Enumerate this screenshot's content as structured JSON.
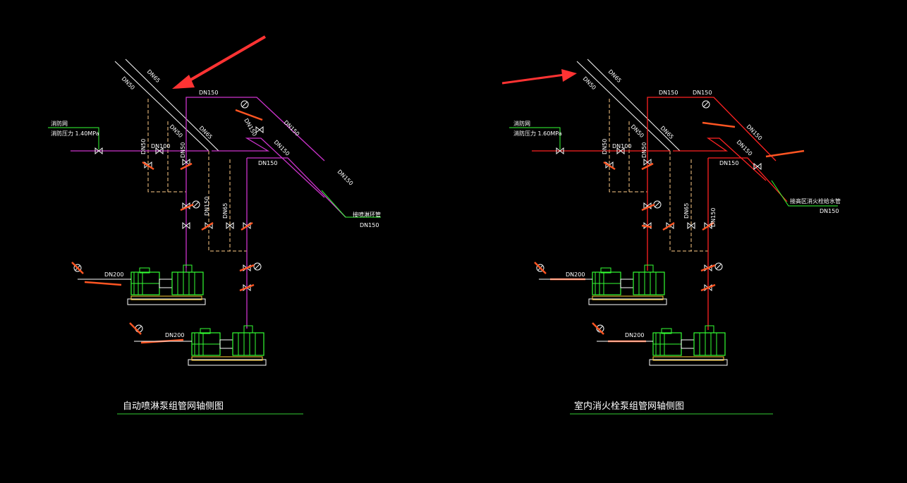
{
  "colors": {
    "background": "#000000",
    "magenta_pipe": "#cc33cc",
    "red_pipe": "#ff2222",
    "dashed_pipe": "#ffcc88",
    "white_pipe": "#ffffff",
    "green": "#33ff33",
    "valve_orange": "#ff5522",
    "arrow": "#ff3333",
    "title_underline": "#33cc33"
  },
  "left": {
    "title": "自动喷淋泵组管网轴侧图",
    "inlet_name": "消防网",
    "inlet_pressure": "消防压力 1.40MPa",
    "dn100": "DN100",
    "dn50_a": "DN50",
    "dn50_b": "DN50",
    "dn150_top": "DN150",
    "dn150_mid": "DN150",
    "dn150_diag1": "DN150",
    "dn150_diag2": "DN150",
    "dn150_diag3": "DN150",
    "dn150_riser": "DN150",
    "dn150_outlet": "DN150",
    "dn65_a": "DN65",
    "dn65_b": "DN65",
    "dn65_c": "DN65",
    "dn50_c": "DN50",
    "dn50_d": "DN50",
    "outlet_name": "接喷淋环管",
    "pump1_dn": "DN200",
    "pump2_dn": "DN200",
    "dn150_v": "DN150"
  },
  "right": {
    "title": "室内消火栓泵组管网轴侧图",
    "inlet_name": "消防网",
    "inlet_pressure": "消防压力 1.60MPa",
    "dn100": "DN100",
    "dn50_a": "DN50",
    "dn50_b": "DN50",
    "dn150_top": "DN150",
    "dn150_top2": "DN150",
    "dn150_mid": "DN150",
    "dn150_diag1": "DN150",
    "dn150_diag2": "DN150",
    "dn65_a": "DN65",
    "dn65_b": "DN65",
    "dn65_c": "DN65",
    "dn50_c": "DN50",
    "dn50_d": "DN50",
    "outlet_name": "接高区消火栓给水管",
    "outlet_dn": "DN150",
    "pump1_dn": "DN200",
    "pump2_dn": "DN200",
    "dn150_v": "DN150"
  }
}
